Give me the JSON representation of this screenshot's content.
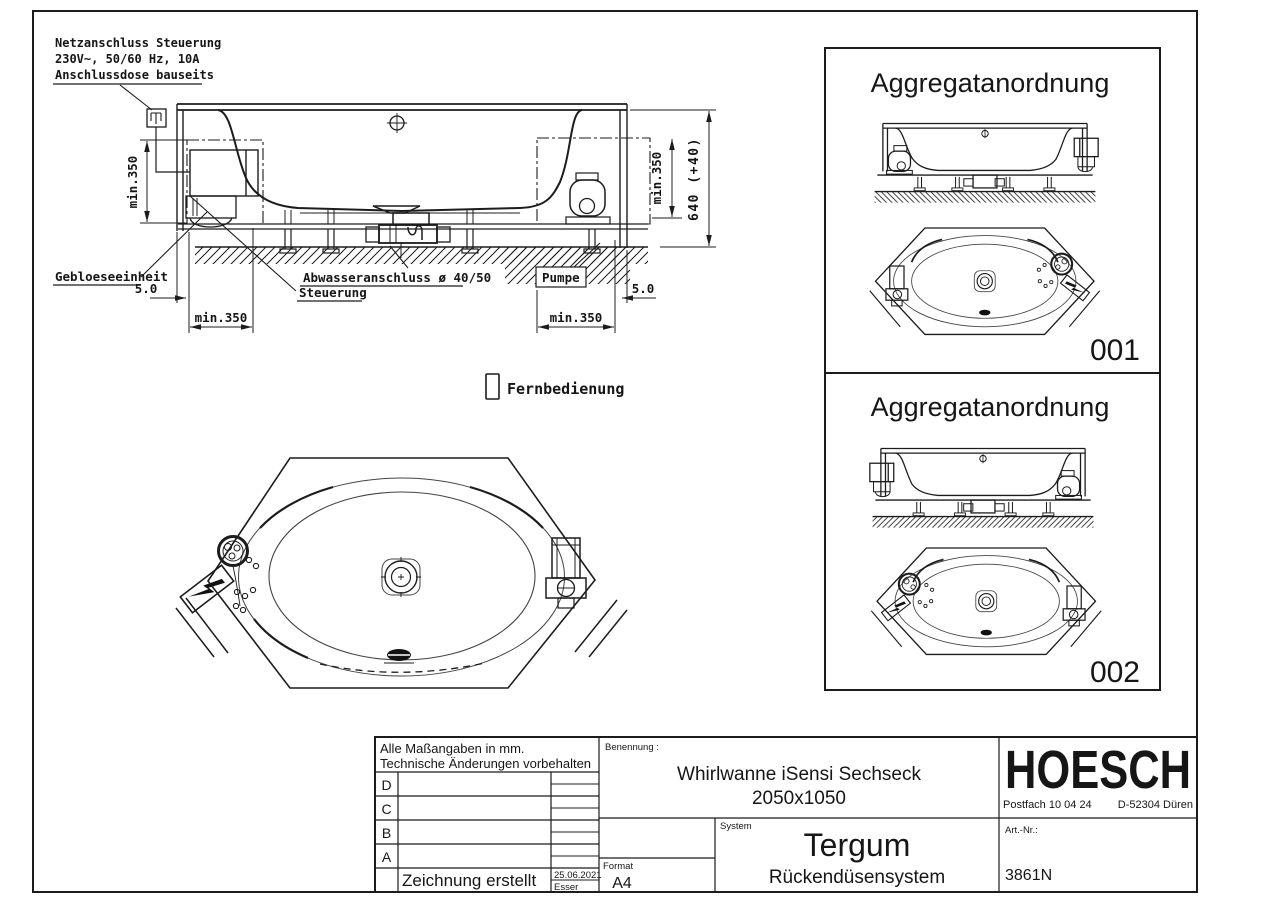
{
  "drawing": {
    "annotations": {
      "power_line1": "Netzanschluss Steuerung",
      "power_line2": "230V~, 50/60 Hz, 10A",
      "power_line3": "Anschlussdose bauseits",
      "blower_label": "Gebloeseeinheit",
      "waste_label": "Abwasseranschluss ø 40/50",
      "control_label": "Steuerung",
      "pump_label": "Pumpe",
      "remote_label": "Fernbedienung"
    },
    "dims": {
      "left_height": "min.350",
      "right_height": "min.350",
      "total_height": "640 (+40)",
      "left_gap": "5.0",
      "right_gap": "5.0",
      "left_width": "min.350",
      "right_width": "min.350"
    },
    "panels": [
      {
        "title": "Aggregatanordnung",
        "number": "001"
      },
      {
        "title": "Aggregatanordnung",
        "number": "002"
      }
    ]
  },
  "title_block": {
    "note_line1": "Alle Maßangaben in mm.",
    "note_line2": "Technische Änderungen vorbehalten",
    "revision_rows": [
      "D",
      "C",
      "B",
      "A"
    ],
    "created_label": "Zeichnung erstellt",
    "created_date": "25.06.2021",
    "created_by": "Esser",
    "benennung_label": "Benennung :",
    "product_line1": "Whirlwanne iSensi Sechseck",
    "product_line2": "2050x1050",
    "system_label": "System",
    "system_name": "Tergum",
    "system_subtitle": "Rückendüsensystem",
    "format_label": "Format",
    "format_value": "A4",
    "brand": "HOESCH",
    "address_left": "Postfach 10 04 24",
    "address_right": "D-52304 Düren",
    "artnr_label": "Art.-Nr.:",
    "artnr_value": "3861N"
  },
  "colors": {
    "line": "#1c1c1c",
    "muted_line": "#444444",
    "background": "#ffffff"
  }
}
